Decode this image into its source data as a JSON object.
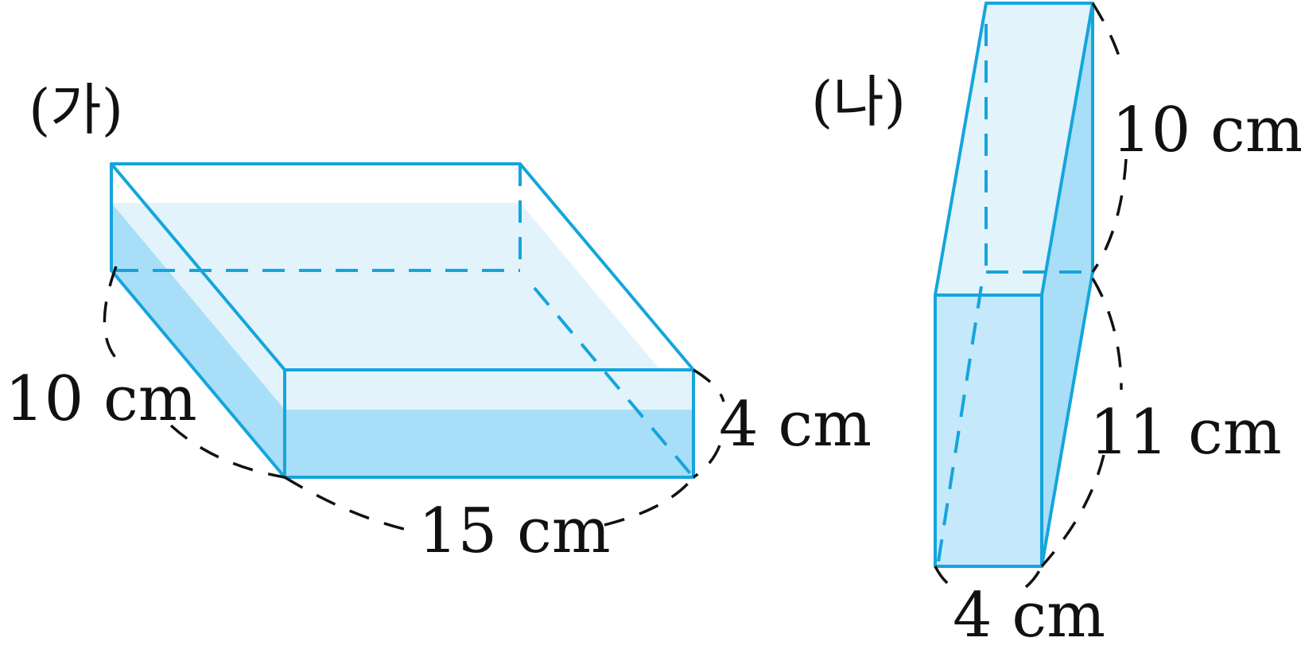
{
  "figure_a": {
    "label": "(가)",
    "dims": {
      "depth": "10 cm",
      "width": "15 cm",
      "height": "4 cm"
    }
  },
  "figure_b": {
    "label": "(나)",
    "dims": {
      "depth": "10 cm",
      "height": "11 cm",
      "width": "4 cm"
    }
  },
  "colors": {
    "edge": "#14a5dc",
    "water_top": "#e3f3fb",
    "water_side": "#a9def8",
    "water_front": "#c5e8fa",
    "arc": "#111111"
  }
}
